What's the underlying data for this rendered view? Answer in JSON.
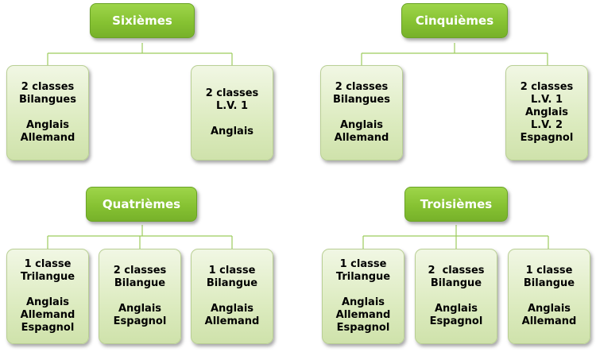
{
  "sixiemes": {
    "title": "Sixièmes",
    "bilangues": {
      "l1": "2 classes",
      "l2": "Bilangues",
      "l3": "Anglais",
      "l4": "Allemand"
    },
    "lv1": {
      "l1": "2 classes",
      "l2": "L.V. 1",
      "l3": "Anglais"
    }
  },
  "cinquiemes": {
    "title": "Cinquièmes",
    "bilangues": {
      "l1": "2 classes",
      "l2": "Bilangues",
      "l3": "Anglais",
      "l4": "Allemand"
    },
    "lv": {
      "l1": "2 classes",
      "l2": "L.V. 1",
      "l3": "Anglais",
      "l4": "L.V. 2",
      "l5": "Espagnol"
    }
  },
  "quatriemes": {
    "title": "Quatrièmes",
    "trilangue": {
      "l1": "1 classe",
      "l2": "Trilangue",
      "l3": "Anglais",
      "l4": "Allemand",
      "l5": "Espagnol"
    },
    "bilingue_esp": {
      "l1": "2 classes",
      "l2": "Bilangue",
      "l3": "Anglais",
      "l4": "Espagnol"
    },
    "bilingue_all": {
      "l1": "1 classe",
      "l2": "Bilangue",
      "l3": "Anglais",
      "l4": "Allemand"
    }
  },
  "troisiemes": {
    "title": "Troisièmes",
    "trilangue": {
      "l1": "1 classe",
      "l2": "Trilangue",
      "l3": "Anglais",
      "l4": "Allemand",
      "l5": "Espagnol"
    },
    "bilingue_esp": {
      "l1": "2  classes",
      "l2": "Bilangue",
      "l3": "Anglais",
      "l4": "Espagnol"
    },
    "bilingue_all": {
      "l1": "1 classe",
      "l2": "Bilangue",
      "l3": "Anglais",
      "l4": "Allemand"
    }
  },
  "colors": {
    "header": "#86c232",
    "box": "#dcebbf",
    "connector": "#9ccc5c"
  }
}
